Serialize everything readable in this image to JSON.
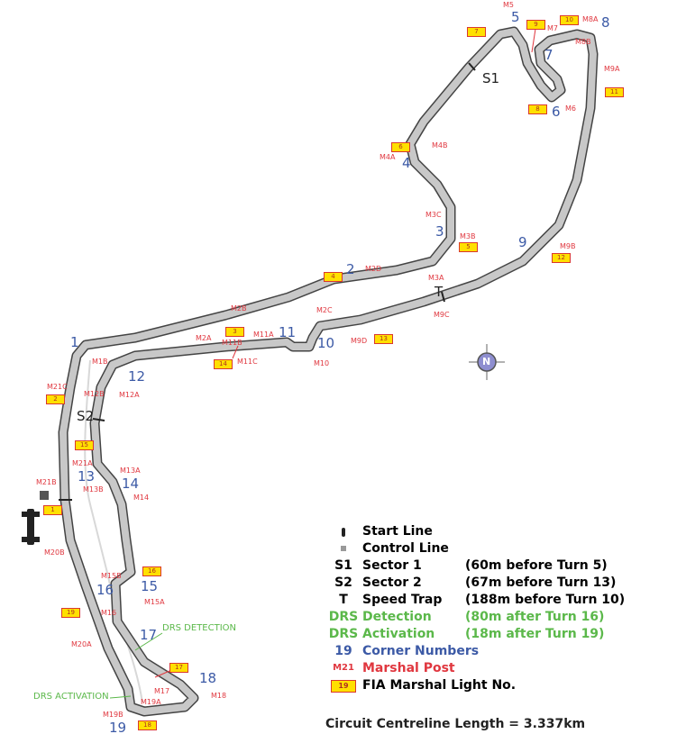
{
  "track": {
    "corners": [
      "1",
      "2",
      "3",
      "4",
      "5",
      "6",
      "7",
      "8",
      "9",
      "10",
      "11",
      "12",
      "13",
      "14",
      "15",
      "16",
      "17",
      "18",
      "19"
    ],
    "marshal_posts": [
      "M5",
      "M7",
      "M8A",
      "M8B",
      "M9A",
      "M6",
      "M4B",
      "M4A",
      "M3C",
      "M3B",
      "M9B",
      "M2D",
      "M2C",
      "M3A",
      "M9C",
      "M2B",
      "M2A",
      "M11B",
      "M11A",
      "M9D",
      "M10",
      "M11C",
      "M1B",
      "M21C",
      "M12B",
      "M12A",
      "M21A",
      "M13A",
      "M13B",
      "M14",
      "M21B",
      "M20B",
      "M15B",
      "M15A",
      "M16",
      "M20A",
      "M17",
      "M19A",
      "M18",
      "M19B"
    ],
    "lights": [
      "7",
      "9",
      "10",
      "8",
      "11",
      "6",
      "5",
      "12",
      "4",
      "3",
      "14",
      "13",
      "2",
      "15",
      "1",
      "16",
      "19",
      "17",
      "18"
    ],
    "sectors": {
      "s1": "S1",
      "s2": "S2",
      "speed_trap": "T"
    },
    "drs_detection": "DRS DETECTION",
    "drs_activation": "DRS ACTIVATION",
    "compass": "N"
  },
  "legend": {
    "rows": [
      {
        "key": "",
        "name": "Start Line",
        "detail": ""
      },
      {
        "key": "",
        "name": "Control Line",
        "detail": ""
      },
      {
        "key": "S1",
        "name": "Sector 1",
        "detail": "(60m before Turn 5)"
      },
      {
        "key": "S2",
        "name": "Sector 2",
        "detail": "(67m before Turn 13)"
      },
      {
        "key": "T",
        "name": "Speed Trap",
        "detail": "(188m before Turn 10)"
      },
      {
        "key": "DRS",
        "name": "Detection",
        "detail": "(80m after Turn 16)"
      },
      {
        "key": "DRS",
        "name": "Activation",
        "detail": "(18m after Turn 19)"
      },
      {
        "key": "19",
        "name": "Corner Numbers",
        "detail": ""
      },
      {
        "key": "M21",
        "name": "Marshal Post",
        "detail": ""
      },
      {
        "key": "19",
        "name": "FIA Marshal Light No.",
        "detail": ""
      }
    ],
    "footer": "Circuit Centreline Length = 3.337km"
  },
  "colors": {
    "corner": "#3c5aa6",
    "marshal": "#e0373f",
    "drs": "#5bb84a",
    "light": "#ffe000",
    "track": "#c8c8c8"
  }
}
